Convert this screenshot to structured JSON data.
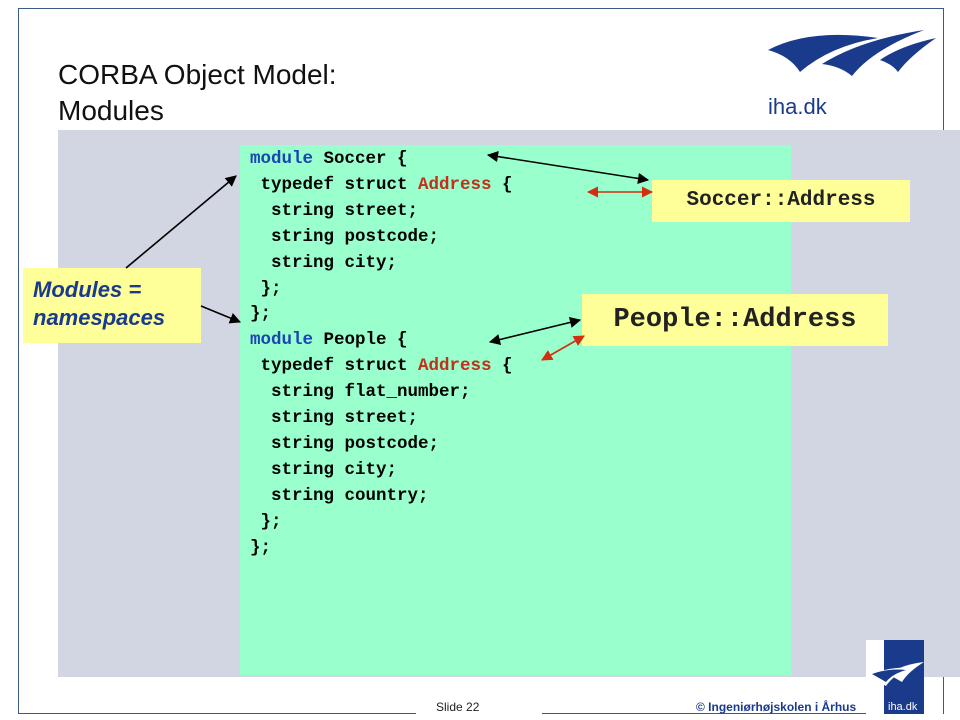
{
  "slide": {
    "title_line1": "CORBA Object Model:",
    "title_line2": "Modules",
    "footer_slide": "Slide 22",
    "footer_copyright": "© Ingeniørhøjskolen i Århus",
    "logo_text": "iha.dk",
    "corner_logo_text": "iha.dk"
  },
  "code": {
    "lines": [
      [
        {
          "t": "module",
          "c": "kw"
        },
        {
          "t": " Soccer {",
          "c": ""
        }
      ],
      [
        {
          "t": " typedef struct ",
          "c": ""
        },
        {
          "t": "Address",
          "c": "ty"
        },
        {
          "t": " {",
          "c": ""
        }
      ],
      [
        {
          "t": "  string street;",
          "c": ""
        }
      ],
      [
        {
          "t": "  string postcode;",
          "c": ""
        }
      ],
      [
        {
          "t": "  string city;",
          "c": ""
        }
      ],
      [
        {
          "t": " };",
          "c": ""
        }
      ],
      [
        {
          "t": "};",
          "c": ""
        }
      ],
      [
        {
          "t": "module",
          "c": "kw"
        },
        {
          "t": " People {",
          "c": ""
        }
      ],
      [
        {
          "t": " typedef struct ",
          "c": ""
        },
        {
          "t": "Address",
          "c": "ty"
        },
        {
          "t": " {",
          "c": ""
        }
      ],
      [
        {
          "t": "  string flat_number;",
          "c": ""
        }
      ],
      [
        {
          "t": "  string street;",
          "c": ""
        }
      ],
      [
        {
          "t": "  string postcode;",
          "c": ""
        }
      ],
      [
        {
          "t": "  string city;",
          "c": ""
        }
      ],
      [
        {
          "t": "  string country;",
          "c": ""
        }
      ],
      [
        {
          "t": " };",
          "c": ""
        }
      ],
      [
        {
          "t": "};",
          "c": ""
        }
      ]
    ]
  },
  "callouts": {
    "soccer_address": "Soccer::Address",
    "people_address": "People::Address",
    "modules_line1": "Modules =",
    "modules_line2": "namespaces"
  },
  "colors": {
    "band": "#d2d5e2",
    "code_panel": "#99ffcc",
    "callout_bg": "#ffff99",
    "keyword": "#1a45b3",
    "type_name": "#c0301a",
    "brand_blue": "#1a3a8c",
    "arrow_red": "#d03010"
  }
}
